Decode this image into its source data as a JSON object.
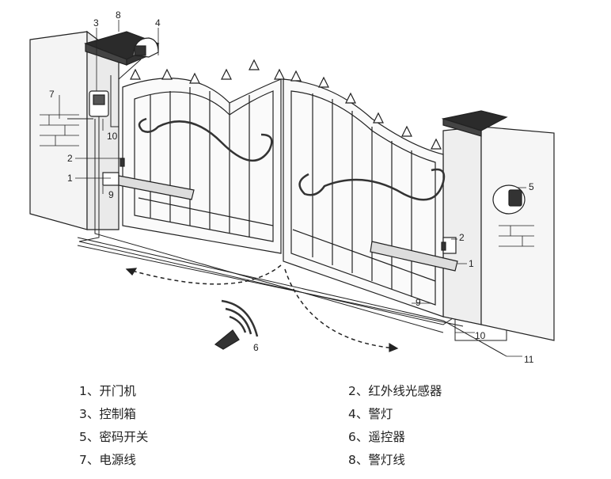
{
  "callouts": {
    "c3": "3",
    "c8": "8",
    "c4": "4",
    "c7": "7",
    "c10a": "10",
    "c2a": "2",
    "c1a": "1",
    "c9a": "9",
    "c5": "5",
    "c2b": "2",
    "c1b": "1",
    "c9b": "9",
    "c10b": "10",
    "c11": "11",
    "c6": "6"
  },
  "legend": [
    {
      "num": "1、",
      "label": "开门机"
    },
    {
      "num": "2、",
      "label": "红外线光感器"
    },
    {
      "num": "3、",
      "label": "控制箱"
    },
    {
      "num": "4、",
      "label": "警灯"
    },
    {
      "num": "5、",
      "label": "密码开关"
    },
    {
      "num": "6、",
      "label": "遥控器"
    },
    {
      "num": "7、",
      "label": "电源线"
    },
    {
      "num": "8、",
      "label": "警灯线"
    }
  ],
  "colors": {
    "line": "#222222",
    "cap": "#2b2b2b",
    "fill": "#f2f2f2"
  }
}
